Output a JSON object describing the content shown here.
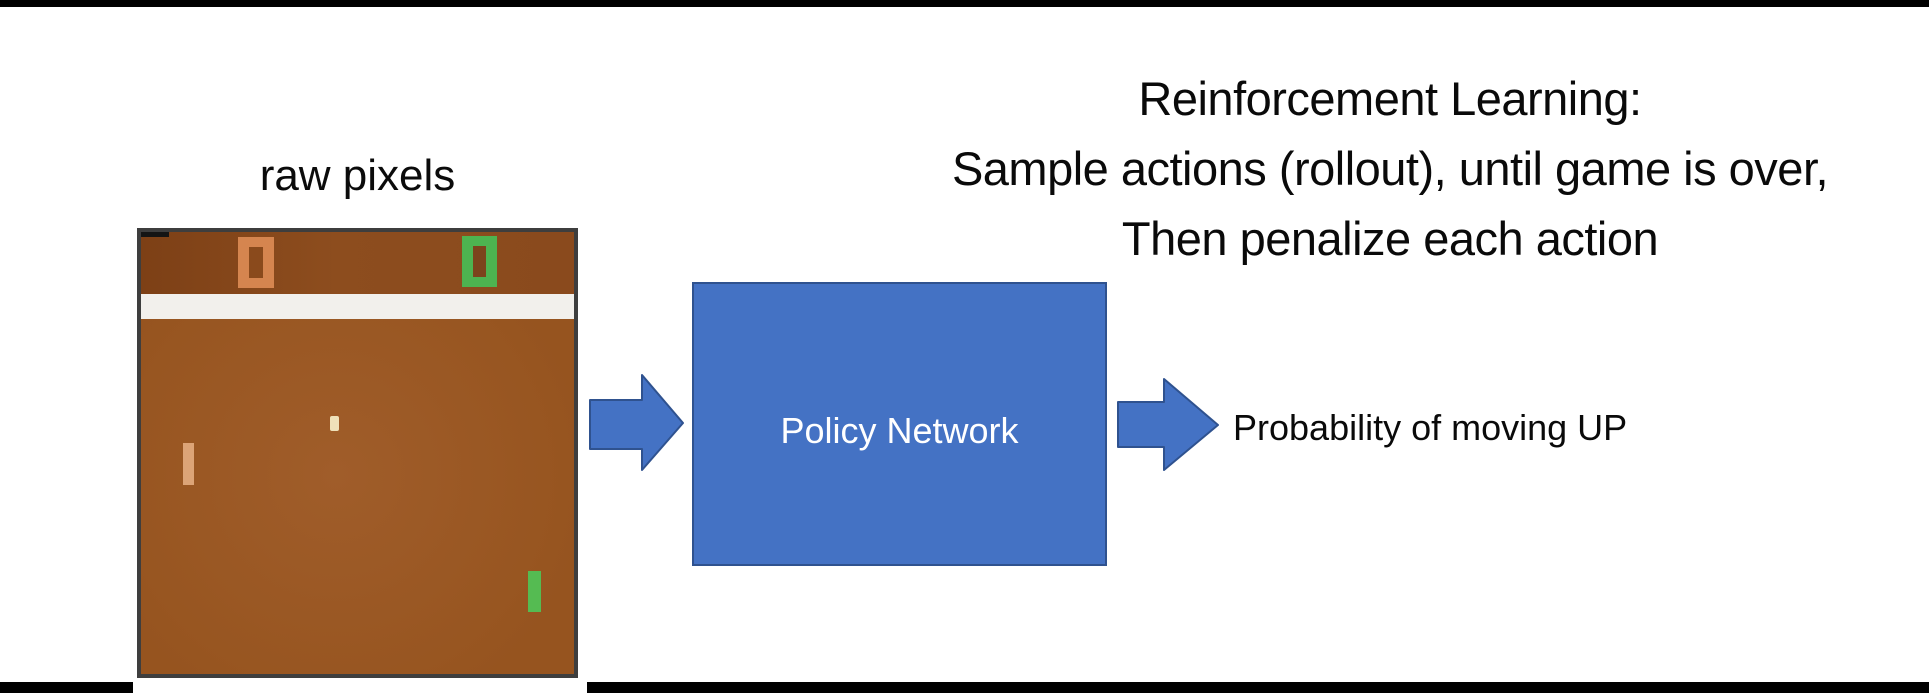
{
  "slide": {
    "title": {
      "lines": [
        "Reinforcement Learning:",
        "Sample actions (rollout), until game is over,",
        "Then penalize each action"
      ]
    },
    "raw_pixels_caption": "raw pixels",
    "policy_box": {
      "label": "Policy Network"
    },
    "output_text": "Probability of moving UP",
    "colors": {
      "accent_blue": "#4472c4",
      "accent_blue_border": "#2f528f",
      "frame_bars": "#000000"
    }
  },
  "game_screen": {
    "score_left": "0",
    "score_right": "0",
    "colors": {
      "field_upper": "#87481c",
      "field_lower": "#9c5a24",
      "divider_band": "#f2f0ec",
      "frame_border": "#3e3e3e",
      "corner_dash": "#141414",
      "score_left_orange": "#d5854f",
      "score_left_hole": "#8a4a1c",
      "score_right_green": "#4db350",
      "score_right_hole": "#7c431c",
      "paddle_left_orange": "#dca477",
      "paddle_right_green": "#55bb52",
      "ball_cream": "#efe1b9"
    }
  }
}
